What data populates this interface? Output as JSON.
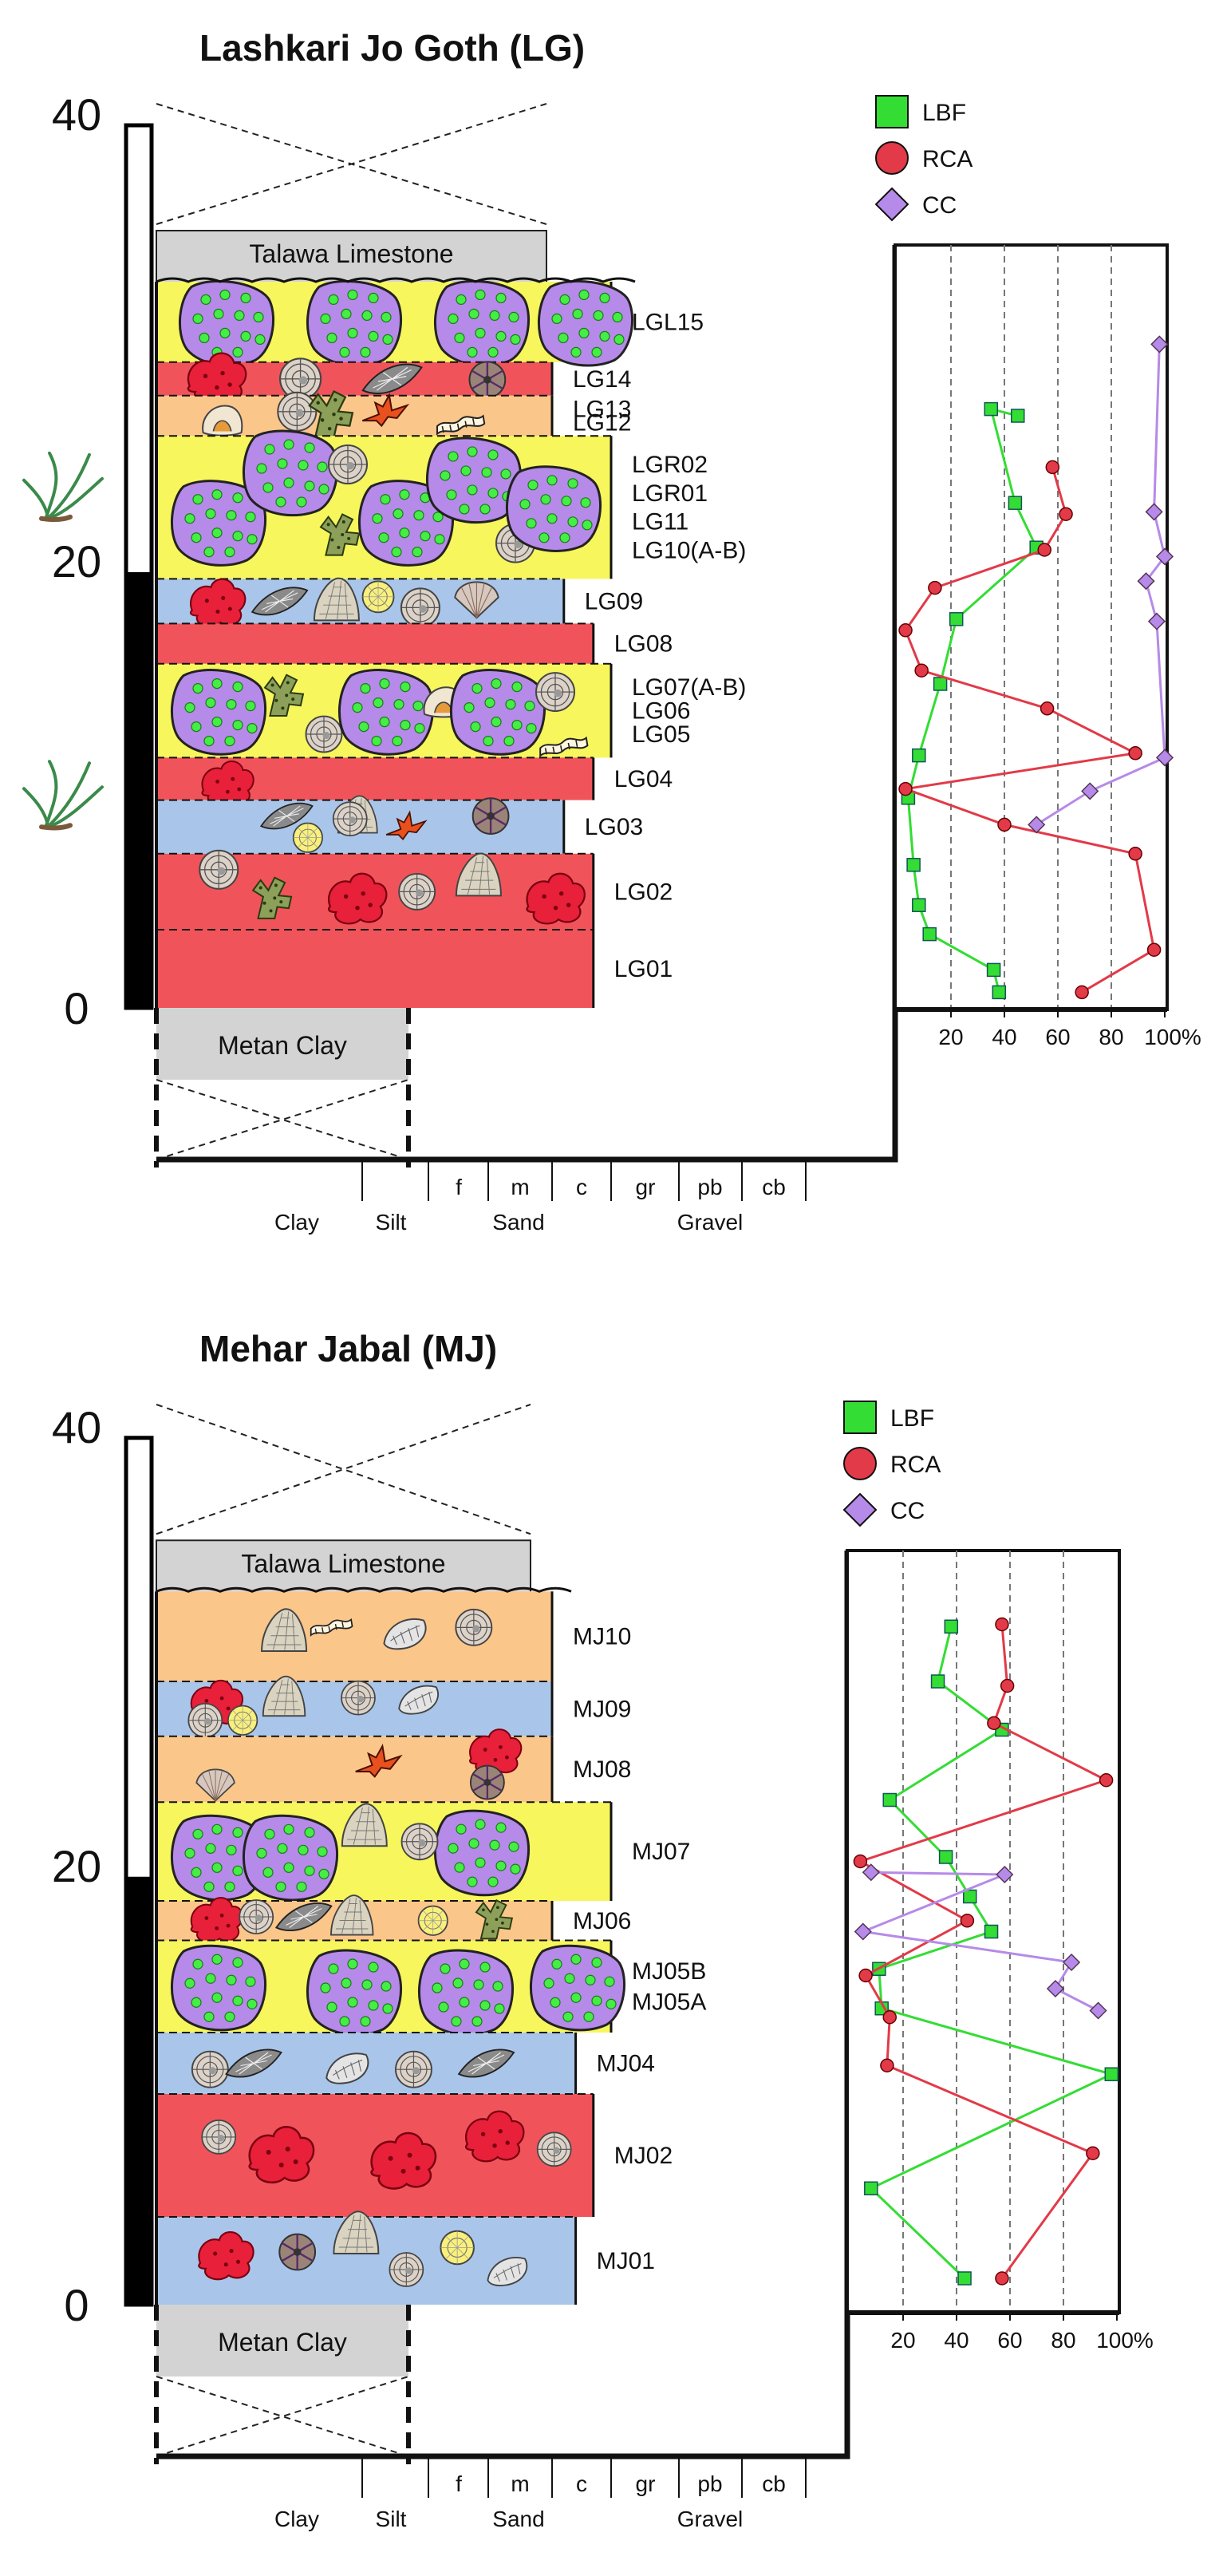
{
  "colors": {
    "yellow": "#f7f65c",
    "red": "#f0545a",
    "orange": "#fbc68a",
    "blue": "#a9c6ea",
    "grey": "#d3d3d3",
    "lbf": "#33dd33",
    "rca": "#e23a48",
    "cc": "#b68ae8"
  },
  "legend": [
    {
      "key": "lbf",
      "label": "LBF",
      "shape": "square"
    },
    {
      "key": "rca",
      "label": "RCA",
      "shape": "circle"
    },
    {
      "key": "cc",
      "label": "CC",
      "shape": "diamond"
    }
  ],
  "grain_axis": {
    "short_labels": [
      "f",
      "m",
      "c",
      "gr",
      "pb",
      "cb"
    ],
    "group_labels": [
      "Clay",
      "Silt",
      "Sand",
      "Gravel"
    ]
  },
  "percent_ticks": [
    "20",
    "40",
    "60",
    "80",
    "100%"
  ],
  "sections": [
    {
      "title": "Lashkari Jo Goth (LG)",
      "scale_labels": [
        "40",
        "20",
        "0"
      ],
      "top_formation": "Talawa Limestone",
      "bottom_formation": "Metan Clay",
      "beds": [
        {
          "color": "yellow",
          "grain": 5,
          "m_top": 32.5,
          "m_bot": 28.9,
          "labels": [
            "LGL15"
          ]
        },
        {
          "color": "red",
          "grain": 4,
          "m_top": 28.9,
          "m_bot": 27.4,
          "labels": [
            "LG14"
          ]
        },
        {
          "color": "orange",
          "grain": 4,
          "m_top": 27.4,
          "m_bot": 25.6,
          "labels": [
            "LG13",
            "LG12"
          ]
        },
        {
          "color": "yellow",
          "grain": 5,
          "m_top": 25.6,
          "m_bot": 19.2,
          "labels": [
            "LGR02",
            "LGR01",
            "LG11",
            "LG10(A-B)"
          ]
        },
        {
          "color": "blue",
          "grain": 4.2,
          "m_top": 19.2,
          "m_bot": 17.2,
          "labels": [
            "LG09"
          ]
        },
        {
          "color": "red",
          "grain": 4.7,
          "m_top": 17.2,
          "m_bot": 15.4,
          "labels": [
            "LG08"
          ]
        },
        {
          "color": "yellow",
          "grain": 5,
          "m_top": 15.4,
          "m_bot": 11.2,
          "labels": [
            "LG07(A-B)",
            "LG06",
            "LG05"
          ]
        },
        {
          "color": "red",
          "grain": 4.7,
          "m_top": 11.2,
          "m_bot": 9.3,
          "labels": [
            "LG04"
          ]
        },
        {
          "color": "blue",
          "grain": 4.2,
          "m_top": 9.3,
          "m_bot": 6.9,
          "labels": [
            "LG03"
          ]
        },
        {
          "color": "red",
          "grain": 4.7,
          "m_top": 6.9,
          "m_bot": 3.5,
          "labels": [
            "LG02"
          ]
        },
        {
          "color": "red",
          "grain": 4.7,
          "m_top": 3.5,
          "m_bot": 0,
          "labels": [
            "LG01"
          ]
        }
      ],
      "curves": {
        "lbf": {
          "points": [
            [
              45,
              26.5
            ],
            [
              35,
              26.8
            ],
            [
              44,
              22.6
            ],
            [
              52,
              20.6
            ],
            [
              22,
              17.4
            ],
            [
              16,
              14.5
            ],
            [
              8,
              11.3
            ],
            [
              4,
              9.4
            ],
            [
              6,
              6.4
            ],
            [
              8,
              4.6
            ],
            [
              12,
              3.3
            ],
            [
              36,
              1.7
            ],
            [
              38,
              0.7
            ]
          ]
        },
        "rca": {
          "points": [
            [
              58,
              24.2
            ],
            [
              63,
              22.1
            ],
            [
              55,
              20.5
            ],
            [
              14,
              18.8
            ],
            [
              3,
              16.9
            ],
            [
              9,
              15.1
            ],
            [
              56,
              13.4
            ],
            [
              89,
              11.4
            ],
            [
              3,
              9.8
            ],
            [
              40,
              8.2
            ],
            [
              89,
              6.9
            ],
            [
              96,
              2.6
            ],
            [
              69,
              0.7
            ]
          ]
        },
        "cc": {
          "points": [
            [
              98,
              29.7
            ],
            [
              96,
              22.2
            ],
            [
              100,
              20.2
            ],
            [
              93,
              19.1
            ],
            [
              97,
              17.3
            ],
            [
              100,
              11.2
            ],
            [
              72,
              9.7
            ],
            [
              52,
              8.2
            ]
          ]
        }
      }
    },
    {
      "title": "Mehar Jabal (MJ)",
      "scale_labels": [
        "40",
        "20",
        "0"
      ],
      "top_formation": "Talawa Limestone",
      "bottom_formation": "Metan Clay",
      "beds": [
        {
          "color": "orange",
          "grain": 4,
          "m_top": 32.5,
          "m_bot": 28.4,
          "labels": [
            "MJ10"
          ]
        },
        {
          "color": "blue",
          "grain": 4,
          "m_top": 28.4,
          "m_bot": 25.9,
          "labels": [
            "MJ09"
          ]
        },
        {
          "color": "orange",
          "grain": 4,
          "m_top": 25.9,
          "m_bot": 22.9,
          "labels": [
            "MJ08"
          ]
        },
        {
          "color": "yellow",
          "grain": 5,
          "m_top": 22.9,
          "m_bot": 18.4,
          "labels": [
            "MJ07"
          ]
        },
        {
          "color": "orange",
          "grain": 4,
          "m_top": 18.4,
          "m_bot": 16.6,
          "labels": [
            "MJ06"
          ]
        },
        {
          "color": "yellow",
          "grain": 5,
          "m_top": 16.6,
          "m_bot": 12.4,
          "labels": [
            "MJ05B",
            "MJ05A"
          ]
        },
        {
          "color": "blue",
          "grain": 4.4,
          "m_top": 12.4,
          "m_bot": 9.6,
          "labels": [
            "MJ04"
          ]
        },
        {
          "color": "red",
          "grain": 4.7,
          "m_top": 9.6,
          "m_bot": 4.0,
          "labels": [
            "MJ02"
          ]
        },
        {
          "color": "blue",
          "grain": 4.4,
          "m_top": 4.0,
          "m_bot": 0,
          "labels": [
            "MJ01"
          ]
        }
      ],
      "curves": {
        "lbf": {
          "points": [
            [
              38,
              30.9
            ],
            [
              33,
              28.4
            ],
            [
              57,
              26.2
            ],
            [
              15,
              23.0
            ],
            [
              36,
              20.4
            ],
            [
              45,
              18.6
            ],
            [
              53,
              17.0
            ],
            [
              11,
              15.3
            ],
            [
              12,
              13.5
            ],
            [
              98,
              10.5
            ],
            [
              8,
              5.3
            ],
            [
              43,
              1.2
            ]
          ]
        },
        "rca": {
          "points": [
            [
              57,
              31.0
            ],
            [
              59,
              28.2
            ],
            [
              54,
              26.5
            ],
            [
              96,
              23.9
            ],
            [
              4,
              20.2
            ],
            [
              44,
              17.5
            ],
            [
              6,
              15.0
            ],
            [
              15,
              13.1
            ],
            [
              14,
              10.9
            ],
            [
              91,
              6.9
            ],
            [
              57,
              1.2
            ]
          ]
        },
        "cc": {
          "points": [
            [
              8,
              19.7
            ],
            [
              58,
              19.6
            ],
            [
              5,
              17.0
            ],
            [
              83,
              15.6
            ],
            [
              77,
              14.4
            ],
            [
              93,
              13.4
            ]
          ]
        }
      }
    }
  ]
}
